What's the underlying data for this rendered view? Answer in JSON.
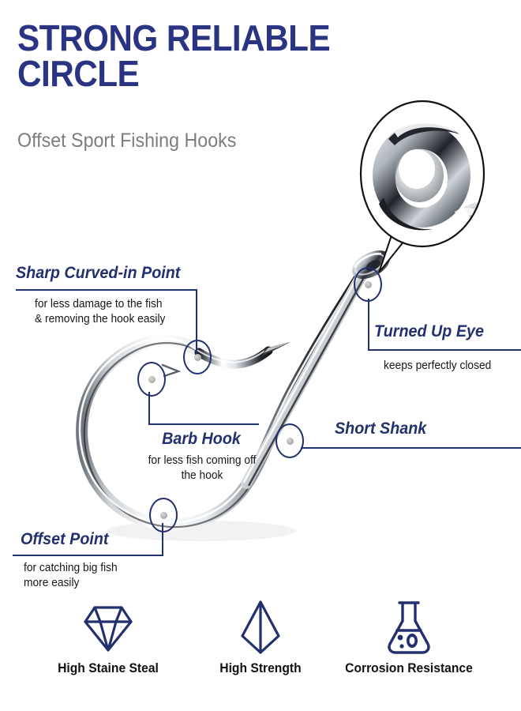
{
  "header": {
    "title": "STRONG RELIABLE\nCIRCLE",
    "subtitle": "Offset Sport Fishing Hooks"
  },
  "colors": {
    "navy": "#22306e",
    "title_navy": "#2a3482",
    "subtitle_gray": "#7d7d7d",
    "body_text": "#17171a",
    "chrome_light": "#ffffff",
    "chrome_mid": "#9aa0a6",
    "chrome_dark": "#16181c"
  },
  "callouts": [
    {
      "id": "sharp-curved-in-point",
      "label": "Sharp Curved-in Point",
      "description": "for less damage to the fish\n& removing the hook easily"
    },
    {
      "id": "turned-up-eye",
      "label": "Turned Up Eye",
      "description": "keeps perfectly closed"
    },
    {
      "id": "barb-hook",
      "label": "Barb Hook",
      "description": "for less fish coming off\nthe hook"
    },
    {
      "id": "short-shank",
      "label": "Short Shank",
      "description": ""
    },
    {
      "id": "offset-point",
      "label": "Offset Point",
      "description": "for catching big fish\nmore easily"
    }
  ],
  "features": [
    {
      "id": "high-staine-steal",
      "icon": "diamond-icon",
      "label": "High Staine Steal"
    },
    {
      "id": "high-strength",
      "icon": "kite-icon",
      "label": "High Strength"
    },
    {
      "id": "corrosion-resistance",
      "icon": "flask-icon",
      "label": "Corrosion Resistance"
    }
  ],
  "magnifier": {
    "name": "eye-closeup-inset",
    "subject": "turned-up-eye"
  },
  "product": {
    "name": "circle-fishing-hook-photo"
  }
}
